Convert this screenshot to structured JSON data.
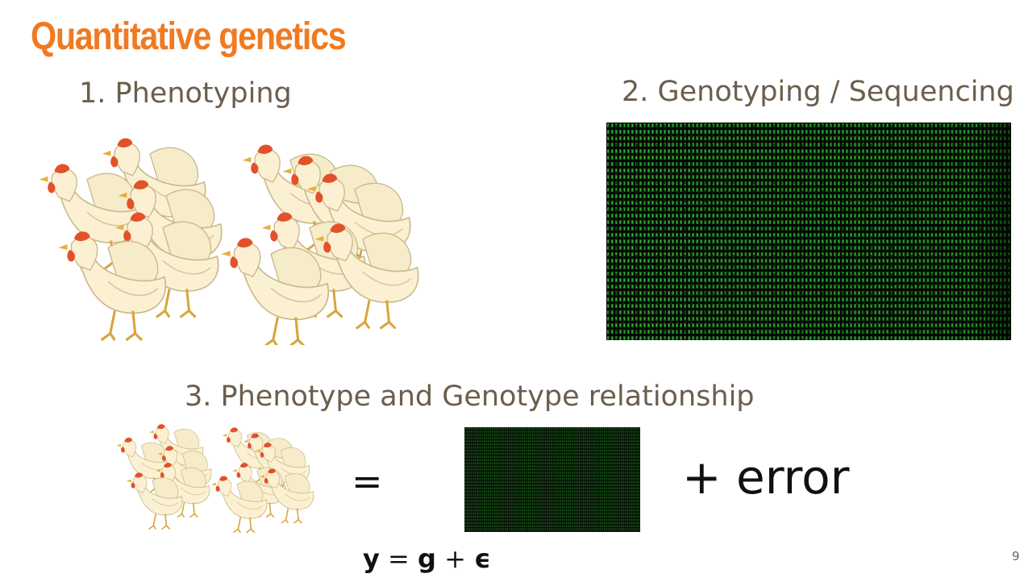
{
  "slide": {
    "title": "Quantitative genetics",
    "step1": "1. Phenotyping",
    "step2": "2. Genotyping / Sequencing",
    "step3": "3. Phenotype and Genotype relationship",
    "equals": "=",
    "plus_error": "+  error",
    "formula": {
      "y": "y",
      "eq": " = ",
      "g": "g",
      "plus": " + ",
      "eps": "ϵ"
    },
    "page_number": "9"
  },
  "colors": {
    "title": "#f07a22",
    "heading": "#6b5e4c",
    "matrix_bg": "#030803",
    "matrix_digits": "#2fbf2f",
    "chicken_body": "#fbf1d2",
    "chicken_comb": "#e2512a"
  },
  "images": {
    "flock": "chicken-flock-illustration",
    "genotype_matrix": "green-digit-matrix"
  }
}
